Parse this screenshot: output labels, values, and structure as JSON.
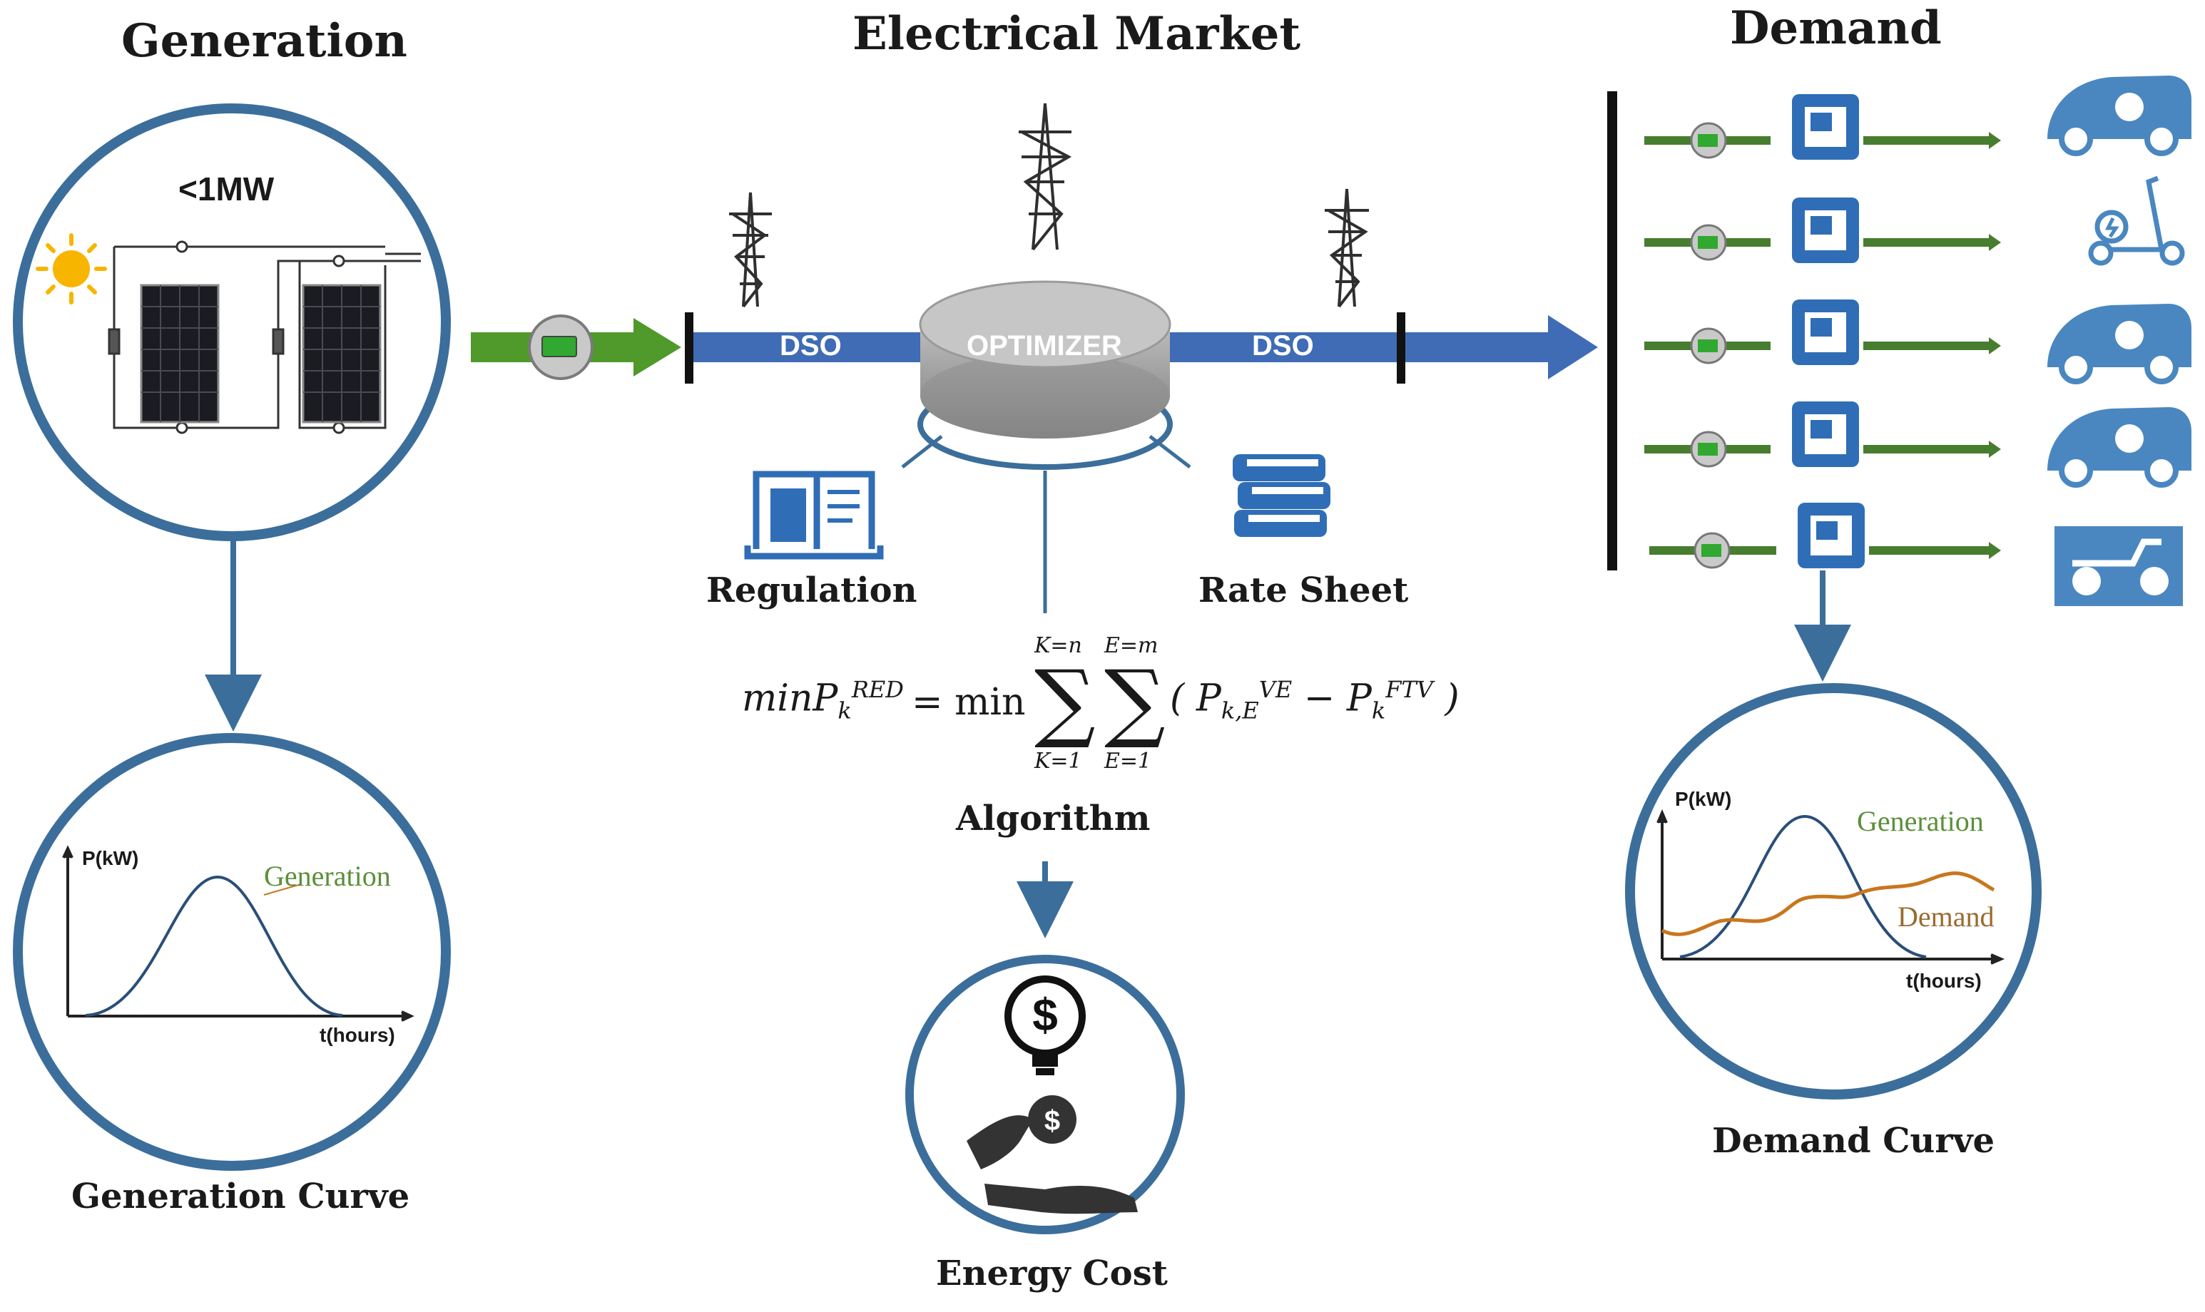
{
  "headings": {
    "generation": "Generation",
    "market": "Electrical Market",
    "demand": "Demand"
  },
  "pv": {
    "capacity_label": "<1MW"
  },
  "grid": {
    "dso_left": "DSO",
    "dso_right": "DSO",
    "optimizer": "OPTIMIZER"
  },
  "inputs": {
    "regulation": "Regulation",
    "rate_sheet": "Rate Sheet"
  },
  "formula": {
    "lhs_min": "minP",
    "lhs_sub": "k",
    "lhs_sup": "RED",
    "eq_min": "= min",
    "sum1_top": "K=n",
    "sum1_bottom": "K=1",
    "sum2_top": "E=m",
    "sum2_bottom": "E=1",
    "sum_symbol": "∑",
    "term_open": "( P",
    "term1_sub": "k,E",
    "term1_sup": "VE",
    "minus": "− P",
    "term2_sub": "k",
    "term2_sup": "FTV",
    "term_close": ")"
  },
  "algorithm_label": "Algorithm",
  "energy_cost_label": "Energy Cost",
  "generation_curve": {
    "caption": "Generation Curve",
    "y_label": "P(kW)",
    "x_label": "t(hours)",
    "series_label": "Generation"
  },
  "demand_curve": {
    "caption": "Demand Curve",
    "y_label": "P(kW)",
    "x_label": "t(hours)",
    "generation_label": "Generation",
    "demand_label": "Demand"
  },
  "loads": [
    {
      "vehicle": "car-icon"
    },
    {
      "vehicle": "scooter-icon"
    },
    {
      "vehicle": "car-icon"
    },
    {
      "vehicle": "car-icon"
    },
    {
      "vehicle": "motorcycle-icon"
    }
  ],
  "colors": {
    "ring": "#3b6e9b",
    "bus": "#3f6cb5",
    "green": "#4f9a2a",
    "load_line": "#477d2f",
    "charger": "#2f6eb6",
    "vehicle": "#4a87c0",
    "gen_curve": "#2a4f78",
    "demand_curve": "#c9761d",
    "gen_label": "#5b8f3a",
    "demand_label": "#9a6b2f"
  }
}
